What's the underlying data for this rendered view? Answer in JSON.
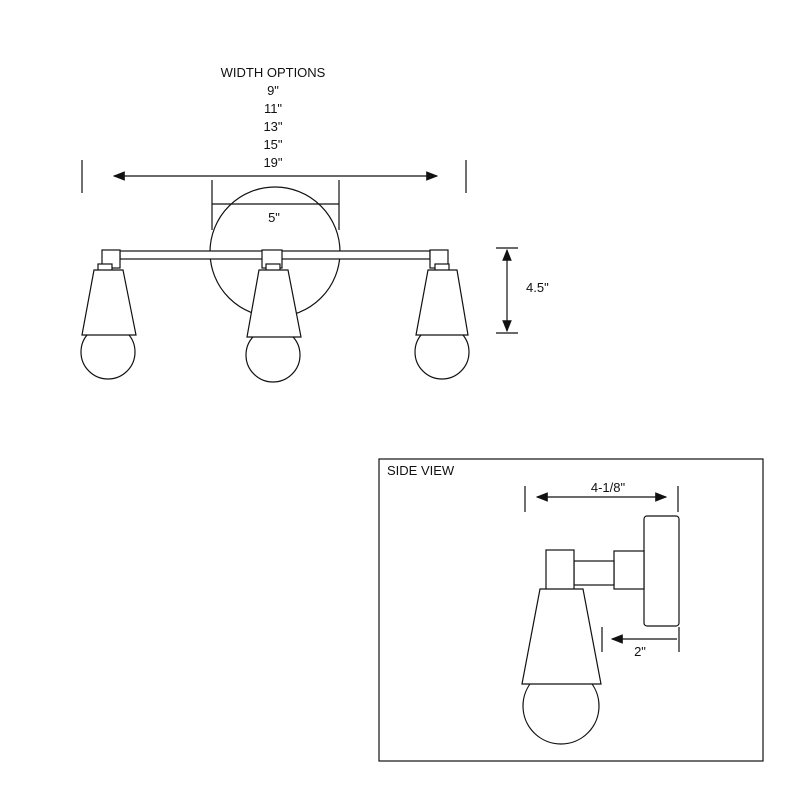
{
  "front_view": {
    "width_options_title": "WIDTH OPTIONS",
    "width_options": [
      "9\"",
      "11\"",
      "13\"",
      "15\"",
      "19\""
    ],
    "backplate_diameter": "5\"",
    "height": "4.5\""
  },
  "side_view": {
    "title": "SIDE VIEW",
    "depth": "4-1/8\"",
    "backplate_depth": "2\""
  },
  "colors": {
    "line": "#111111",
    "background": "#ffffff"
  }
}
